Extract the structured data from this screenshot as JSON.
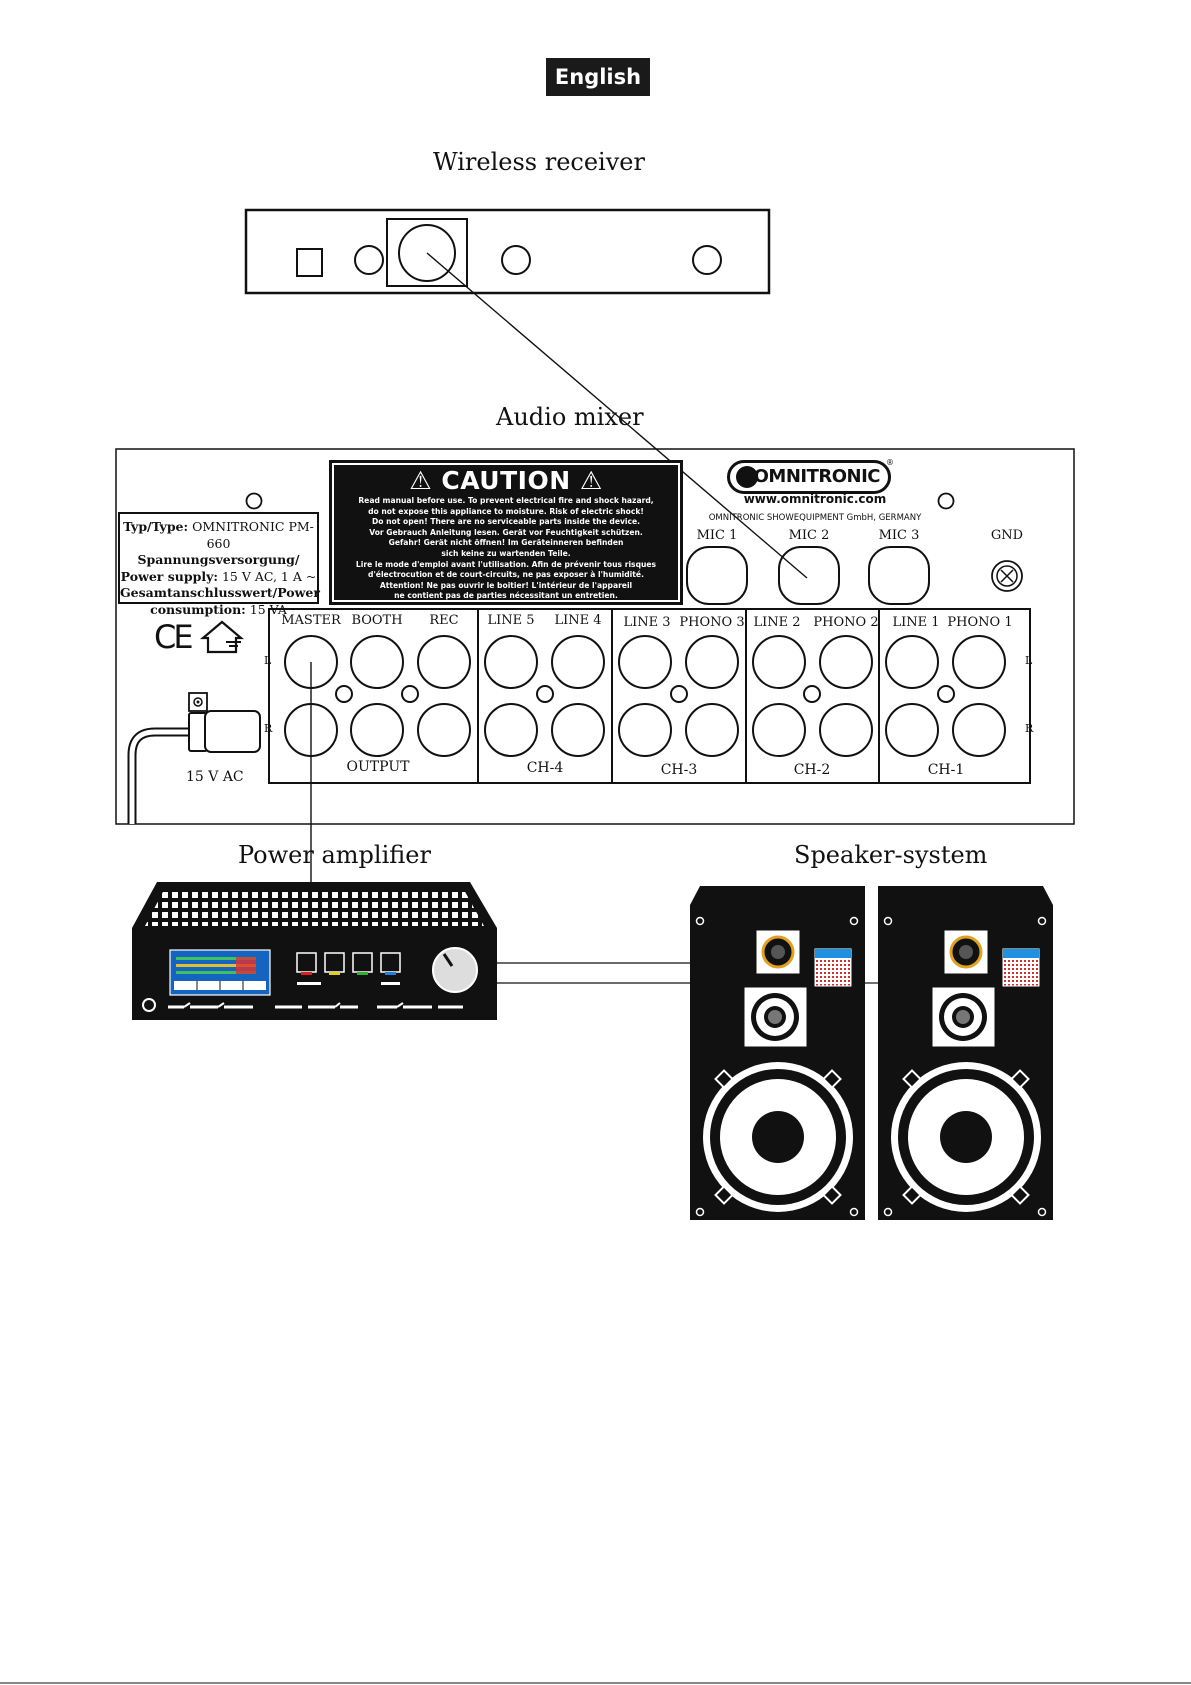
{
  "header": {
    "language_badge": "English"
  },
  "wireless_receiver": {
    "title": "Wireless receiver"
  },
  "audio_mixer": {
    "title": "Audio mixer",
    "type_plate": {
      "line1_bold": "Typ/Type:",
      "line1_text": "OMNITRONIC PM-660",
      "line2": "Spannungsversorgung/",
      "line3_bold": "Power supply:",
      "line3_text": "15 V AC, 1 A ~",
      "line4": "Gesamtanschlusswert/Power",
      "line5_bold": "consumption:",
      "line5_text": "15 VA"
    },
    "caution": {
      "title": "CAUTION",
      "text": "Read manual before use. To prevent electrical fire and shock hazard,\ndo not expose this appliance to moisture. Risk of electric shock!\nDo not open! There are no serviceable parts inside the device.\nVor Gebrauch Anleitung lesen. Gerät vor Feuchtigkeit schützen.\nGefahr! Gerät nicht öffnen! Im Geräteinneren befinden\nsich keine zu wartenden Teile.\nLire le mode d'emploi avant l'utilisation. Afin de prévenir tous risques\nd'électrocution et de court-circuits, ne pas exposer à l'humidité.\nAttention! Ne pas ouvrir le boitier! L'intérieur de l'appareil\nne contient pas de parties nécessitant un entretien."
    },
    "brand": {
      "name": "OMNITRONIC",
      "registered": "®",
      "url": "www.omnitronic.com",
      "manufacturer": "OMNITRONIC SHOWEQUIPMENT GmbH, GERMANY"
    },
    "mic_labels": [
      "MIC 3",
      "MIC 2",
      "MIC 1"
    ],
    "gnd_label": "GND",
    "ce_mark": "CE",
    "power_label": "15 V AC",
    "side_labels": {
      "left": "L",
      "right": "R"
    },
    "output_section": {
      "labels": [
        "MASTER",
        "BOOTH",
        "REC"
      ],
      "caption": "OUTPUT"
    },
    "channels": [
      {
        "labels": [
          "LINE 5",
          "LINE 4"
        ],
        "caption": "CH-4"
      },
      {
        "labels": [
          "LINE 3",
          "PHONO 3"
        ],
        "caption": "CH-3"
      },
      {
        "labels": [
          "LINE 2",
          "PHONO 2"
        ],
        "caption": "CH-2"
      },
      {
        "labels": [
          "LINE 1",
          "PHONO 1"
        ],
        "caption": "CH-1"
      }
    ]
  },
  "power_amplifier": {
    "title": "Power amplifier",
    "button_colors": [
      "#e02020",
      "#e0d020",
      "#30b030",
      "#2080e0"
    ]
  },
  "speaker_system": {
    "title": "Speaker-system"
  }
}
